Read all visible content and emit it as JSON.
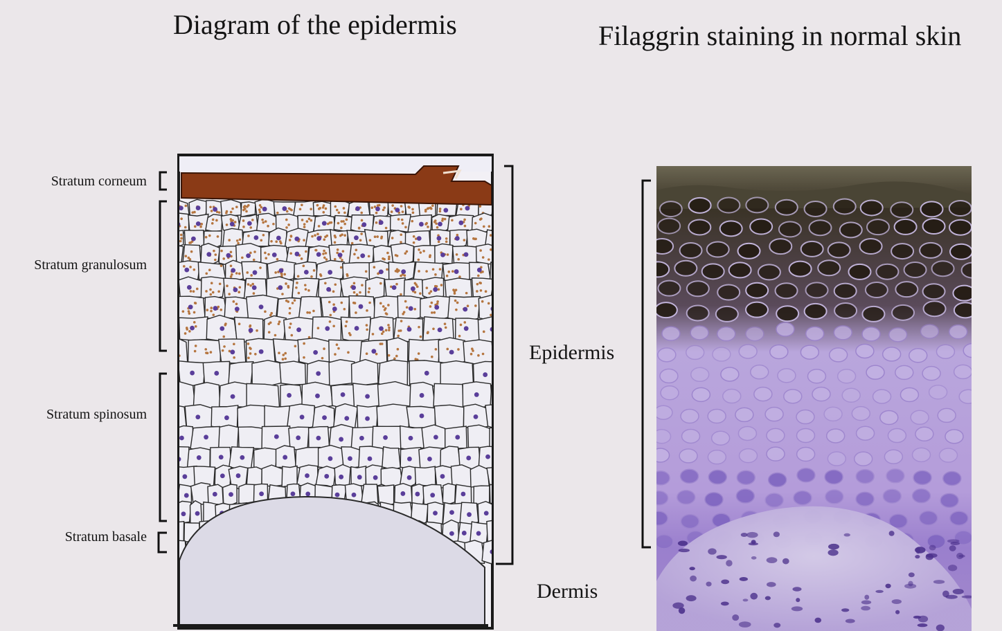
{
  "titles": {
    "left": "Diagram of the epidermis",
    "right": "Filaggrin staining in normal skin"
  },
  "layers": {
    "corneum": "Stratum corneum",
    "granulosum": "Stratum granulosum",
    "spinosum": "Stratum spinosum",
    "basale": "Stratum basale"
  },
  "regions": {
    "epidermis": "Epidermis",
    "dermis": "Dermis"
  },
  "colors": {
    "background": "#ebe7ea",
    "stratum_corneum": "#8a3a16",
    "granule": "#b5753f",
    "nucleus": "#5a3e9a",
    "cell_fill": "#efeef4",
    "dermis_fill": "#dcdae6",
    "stain_brown": "#3a2a1a",
    "stain_purple": "#a98fd0"
  }
}
